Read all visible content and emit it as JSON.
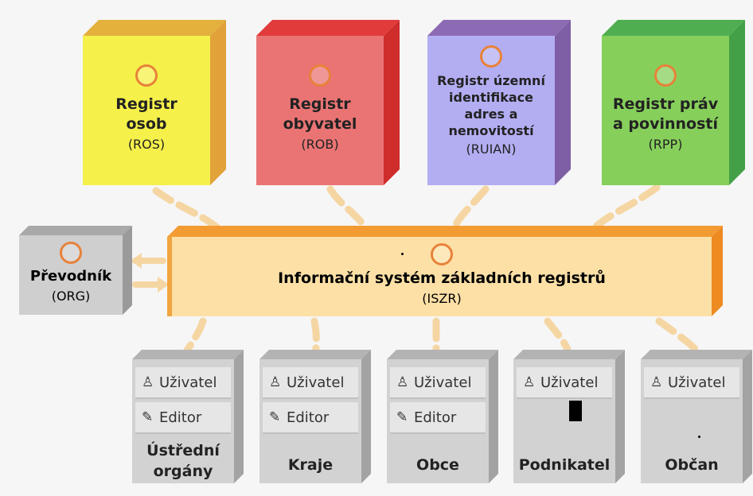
{
  "registers": [
    {
      "id": "ros",
      "title": "Registr\nosob",
      "abbr": "(ROS)"
    },
    {
      "id": "rob",
      "title": "Registr\nobyvatel",
      "abbr": "(ROB)"
    },
    {
      "id": "ruian",
      "title": "Registr územní\nidentifikace\nadres a\nnemovitostí",
      "abbr": "(RUIAN)"
    },
    {
      "id": "rpp",
      "title": "Registr práv\na povinností",
      "abbr": "(RPP)"
    }
  ],
  "iszr": {
    "title": "Informační systém základních registrů",
    "abbr": "(ISZR)"
  },
  "converter": {
    "title": "Převodník",
    "abbr": "(ORG)"
  },
  "consumers": [
    {
      "name": "Ústřední\norgány",
      "roles": [
        "Uživatel",
        "Editor"
      ]
    },
    {
      "name": "Kraje",
      "roles": [
        "Uživatel",
        "Editor"
      ]
    },
    {
      "name": "Obce",
      "roles": [
        "Uživatel",
        "Editor"
      ]
    },
    {
      "name": "Podnikatel",
      "roles": [
        "Uživatel"
      ]
    },
    {
      "name": "Občan",
      "roles": [
        "Uživatel"
      ]
    }
  ],
  "icons": {
    "user": "user-icon",
    "editor": "pencil-icon",
    "ring": "ring-icon"
  },
  "colors": {
    "ros": "#f5f04a",
    "rob": "#ea7474",
    "ruian": "#b3aef2",
    "rpp": "#86cf5b",
    "iszr": "#fde0a6",
    "iszr_edge": "#f39b33",
    "link": "#f6d7a6",
    "consumer": "#d2d2d2"
  }
}
